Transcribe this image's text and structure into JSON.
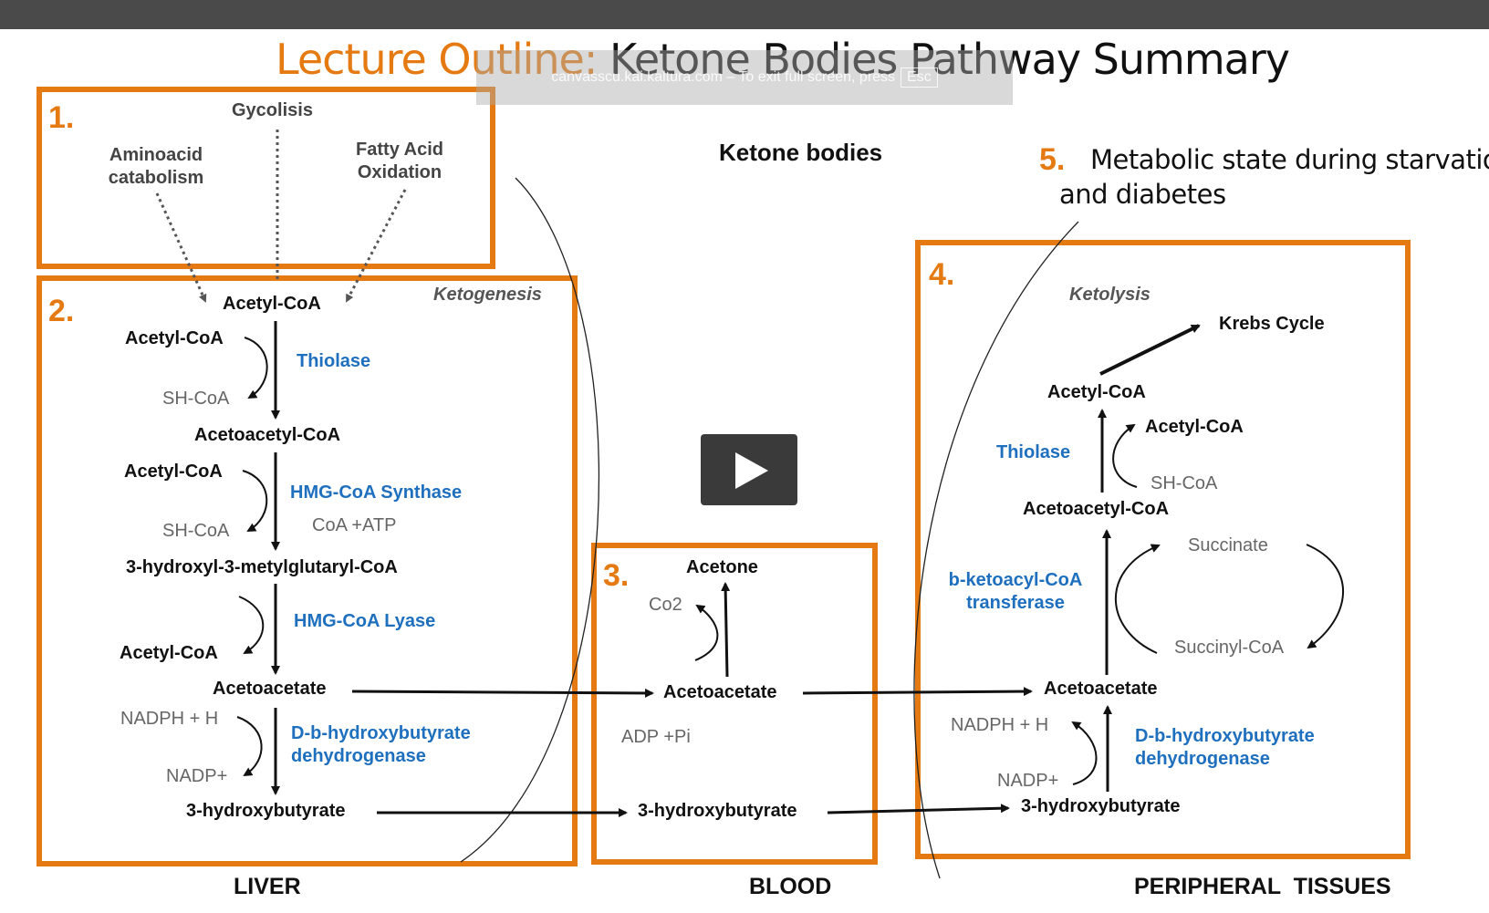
{
  "topbar": {},
  "title": {
    "prefix": "Lecture Outline:",
    "main": " Ketone Bodies Pathway Summary"
  },
  "notice": {
    "text": "canvasscu.kai.kaltura.com – To exit full screen, press",
    "key": "Esc"
  },
  "video": {
    "control": "play-icon"
  },
  "box1": {
    "number": "1.",
    "inputs": [
      "Aminoacid\ncatabolism",
      "Gycolisis",
      "Fatty Acid\nOxidation"
    ]
  },
  "box2": {
    "number": "2.",
    "label": "Ketogenesis",
    "top": "Acetyl-CoA",
    "acetyl1": "Acetyl-CoA",
    "shcoa1": "SH-CoA",
    "thiolase": "Thiolase",
    "acetoacetyl": "Acetoacetyl-CoA",
    "acetyl2": "Acetyl-CoA",
    "shcoa2": "SH-CoA",
    "hmg_synthase": "HMG-CoA Synthase",
    "coa_atp": "CoA +ATP",
    "hmg": "3-hydroxyl-3-metylglutaryl-CoA",
    "hmg_lyase": "HMG-CoA Lyase",
    "acetyl3": "Acetyl-CoA",
    "acetoacetate": "Acetoacetate",
    "nadph": "NADPH + H",
    "nadp": "NADP+",
    "dehydrogenase": "D-b-hydroxybutyrate\ndehydrogenase",
    "hydroxybutyrate": "3-hydroxybutyrate"
  },
  "ketone_bodies": "Ketone bodies",
  "box3": {
    "number": "3.",
    "acetone": "Acetone",
    "co2": "Co2",
    "acetoacetate": "Acetoacetate",
    "adp": "ADP +Pi",
    "hydroxybutyrate": "3-hydroxybutyrate"
  },
  "note5": {
    "number": "5.",
    "text": "Metabolic state during starvation",
    "text2": "and diabetes"
  },
  "box4": {
    "number": "4.",
    "label": "Ketolysis",
    "krebs": "Krebs Cycle",
    "acetyl_top": "Acetyl-CoA",
    "acetyl_side": "Acetyl-CoA",
    "shcoa": "SH-CoA",
    "thiolase": "Thiolase",
    "acetoacetyl": "Acetoacetyl-CoA",
    "succinate": "Succinate",
    "succinyl": "Succinyl-CoA",
    "transferase": "b-ketoacyl-CoA\ntransferase",
    "acetoacetate": "Acetoacetate",
    "nadph": "NADPH + H",
    "nadp": "NADP+",
    "dehydrogenase": "D-b-hydroxybutyrate\ndehydrogenase",
    "hydroxybutyrate": "3-hydroxybutyrate"
  },
  "footer": {
    "liver": "LIVER",
    "blood": "BLOOD",
    "tissues": "PERIPHERAL  TISSUES"
  },
  "colors": {
    "accent": "#e57a12",
    "enzyme": "#1f6fbf",
    "topbar": "#4a4a4a"
  }
}
